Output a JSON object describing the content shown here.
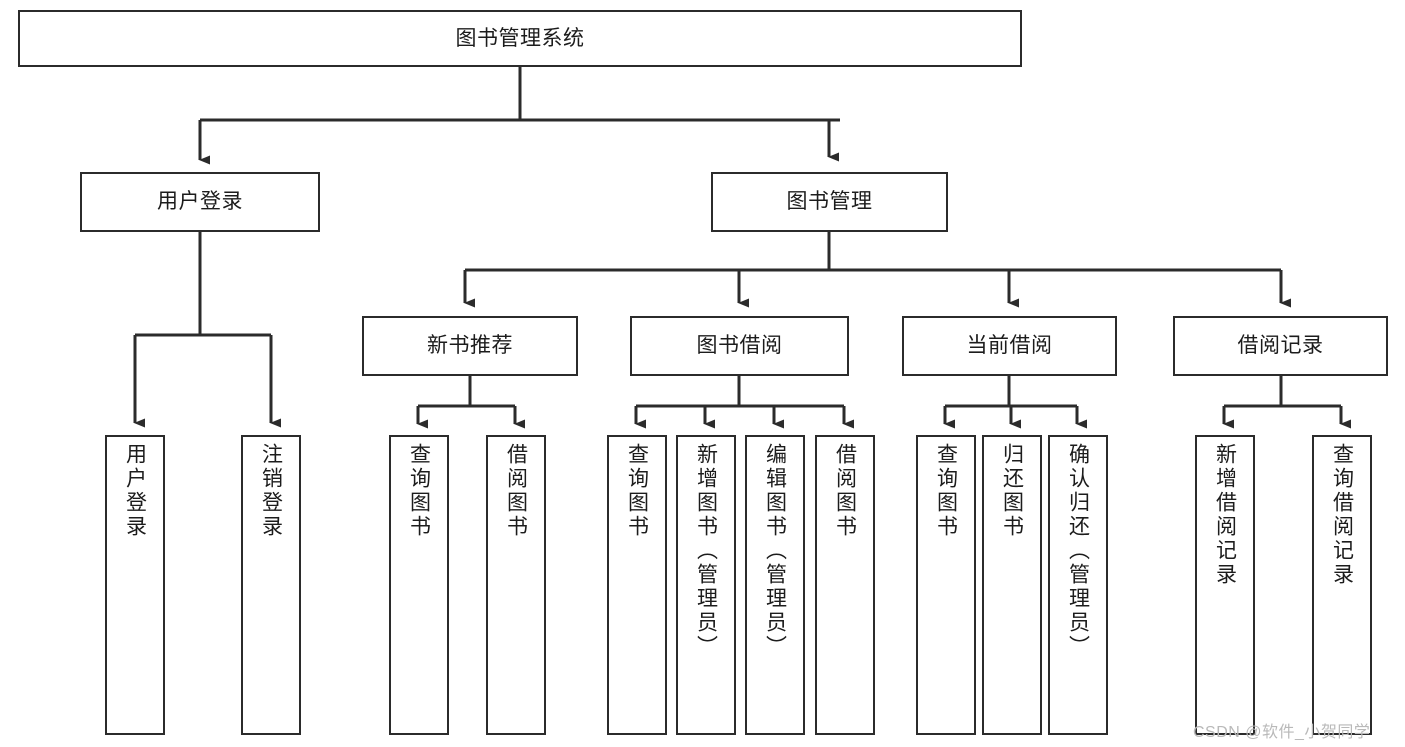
{
  "diagram": {
    "type": "tree-hierarchy-flowchart",
    "title": "图书管理系统",
    "style": {
      "background": "#ffffff",
      "box_border": "#2b2b2b",
      "box_fill": "#ffffff",
      "connector": "#2b2b2b",
      "text": "#1c1c1c",
      "watermark": "#b9b9b9"
    },
    "root": {
      "label": "图书管理系统"
    },
    "level1": [
      {
        "label": "用户登录"
      },
      {
        "label": "图书管理"
      }
    ],
    "level2": [
      {
        "label": "新书推荐"
      },
      {
        "label": "图书借阅"
      },
      {
        "label": "当前借阅"
      },
      {
        "label": "借阅记录"
      }
    ],
    "leaves": {
      "user_login": [
        {
          "label": "用户登录"
        },
        {
          "label": "注销登录"
        }
      ],
      "new_book_recommend": [
        {
          "label": "查询图书"
        },
        {
          "label": "借阅图书"
        }
      ],
      "book_borrow": [
        {
          "label": "查询图书"
        },
        {
          "label": "新增图书（管理员）"
        },
        {
          "label": "编辑图书（管理员）"
        },
        {
          "label": "借阅图书"
        }
      ],
      "current_borrow": [
        {
          "label": "查询图书"
        },
        {
          "label": "归还图书"
        },
        {
          "label": "确认归还（管理员）"
        }
      ],
      "borrow_record": [
        {
          "label": "新增借阅记录"
        },
        {
          "label": "查询借阅记录"
        }
      ]
    },
    "watermark": "CSDN @软件_小贺同学"
  }
}
